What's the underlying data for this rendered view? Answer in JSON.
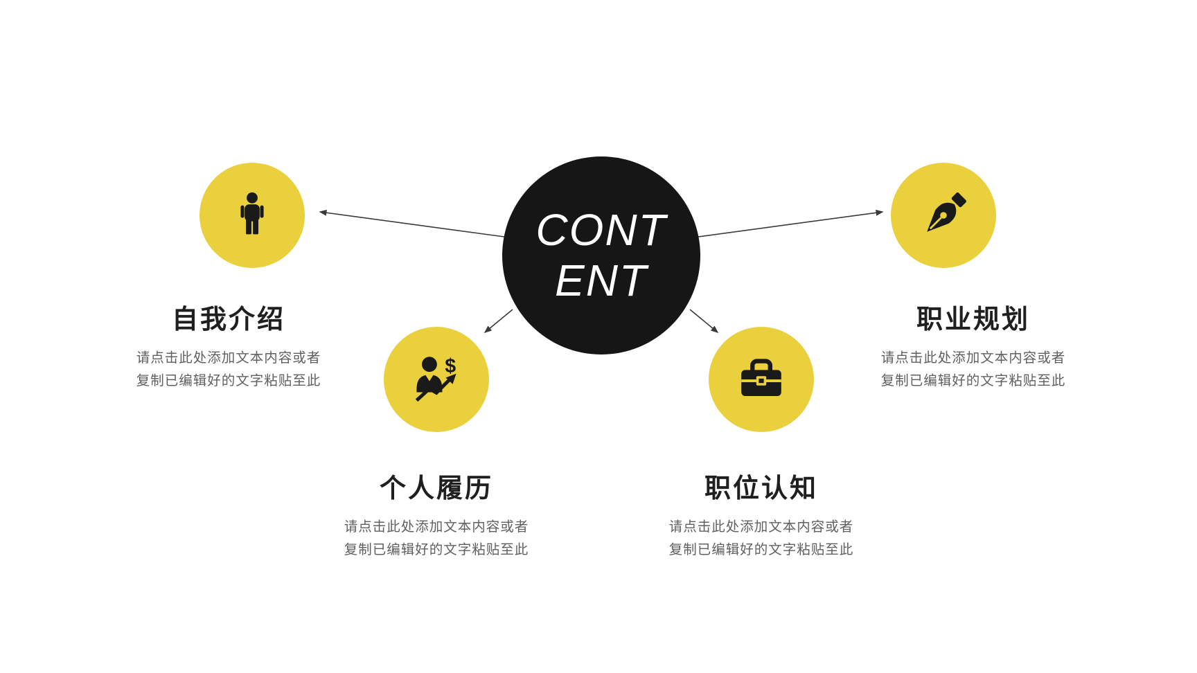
{
  "center": {
    "line1": "CONT",
    "line2": "ENT"
  },
  "items": [
    {
      "title": "自我介绍",
      "body1": "请点击此处添加文本内容或者",
      "body2": "复制已编辑好的文字粘贴至此",
      "icon": "person-icon"
    },
    {
      "title": "个人履历",
      "body1": "请点击此处添加文本内容或者",
      "body2": "复制已编辑好的文字粘贴至此",
      "icon": "businessman-growth-icon"
    },
    {
      "title": "职位认知",
      "body1": "请点击此处添加文本内容或者",
      "body2": "复制已编辑好的文字粘贴至此",
      "icon": "toolbox-icon"
    },
    {
      "title": "职业规划",
      "body1": "请点击此处添加文本内容或者",
      "body2": "复制已编辑好的文字粘贴至此",
      "icon": "pen-nib-icon"
    }
  ],
  "colors": {
    "accent_yellow": "#E9D03C",
    "hub_black": "#161616",
    "title_text": "#1F1F1F",
    "body_text": "#5F5F5F",
    "arrow": "#3A3A3A"
  }
}
